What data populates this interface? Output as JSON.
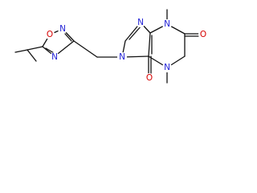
{
  "colors": {
    "background": "#ffffff",
    "bond": "#111111",
    "nitrogen": "#1f1fd6",
    "oxygen": "#d60000"
  },
  "molecule": {
    "atoms": [
      {
        "id": "n-ox-n2",
        "symbol": "N"
      },
      {
        "id": "o-ox-o1",
        "symbol": "O"
      },
      {
        "id": "n-ox-n4",
        "symbol": "N"
      },
      {
        "id": "n-pur-n9",
        "symbol": "N"
      },
      {
        "id": "n-pur-n7",
        "symbol": "N"
      },
      {
        "id": "n-pur-n3",
        "symbol": "N"
      },
      {
        "id": "n-pur-n1",
        "symbol": "N"
      },
      {
        "id": "o-pur-c2",
        "symbol": "O"
      },
      {
        "id": "o-pur-c6",
        "symbol": "O"
      }
    ]
  }
}
